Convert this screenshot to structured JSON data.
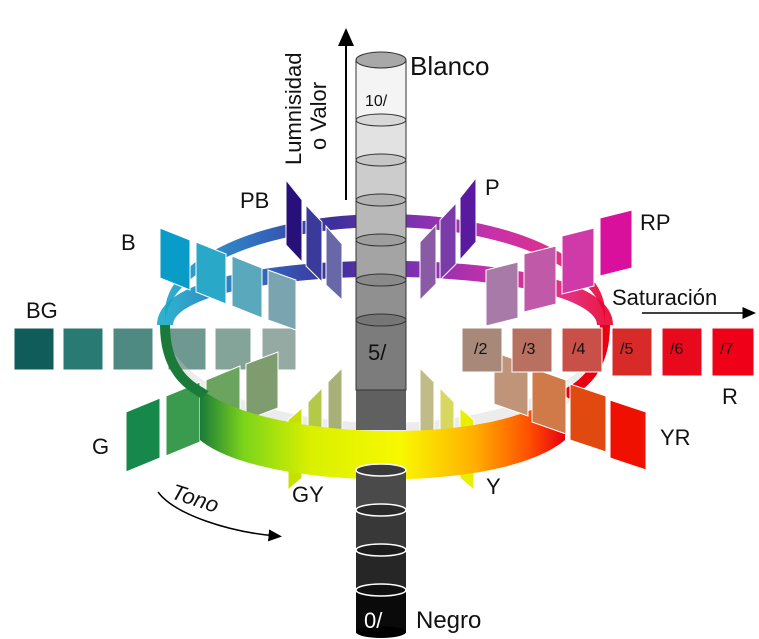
{
  "labels": {
    "axis_value": [
      "Lumnisidad",
      "o Valor"
    ],
    "saturation": "Saturación",
    "hue": "Tono",
    "white": "Blanco",
    "black": "Negro"
  },
  "hues": {
    "R": "R",
    "YR": "YR",
    "Y": "Y",
    "GY": "GY",
    "G": "G",
    "BG": "BG",
    "B": "B",
    "PB": "PB",
    "P": "P",
    "RP": "RP"
  },
  "scale": {
    "v10": "10/",
    "v5": "5/",
    "v0": "0/",
    "c2": "/2",
    "c3": "/3",
    "c4": "/4",
    "c5": "/5",
    "c6": "/6",
    "c7": "/7"
  },
  "colors": {
    "red": "#e8001c",
    "yellow_red": "#f03a00",
    "yellow": "#e8f000",
    "green_yellow": "#9ad41a",
    "green": "#1c8a3c",
    "blue_green": "#1e6e6e",
    "blue": "#1a9ad0",
    "purple_blue": "#2a1a9a",
    "purple": "#7a1aa0",
    "red_purple": "#d41aa0"
  }
}
